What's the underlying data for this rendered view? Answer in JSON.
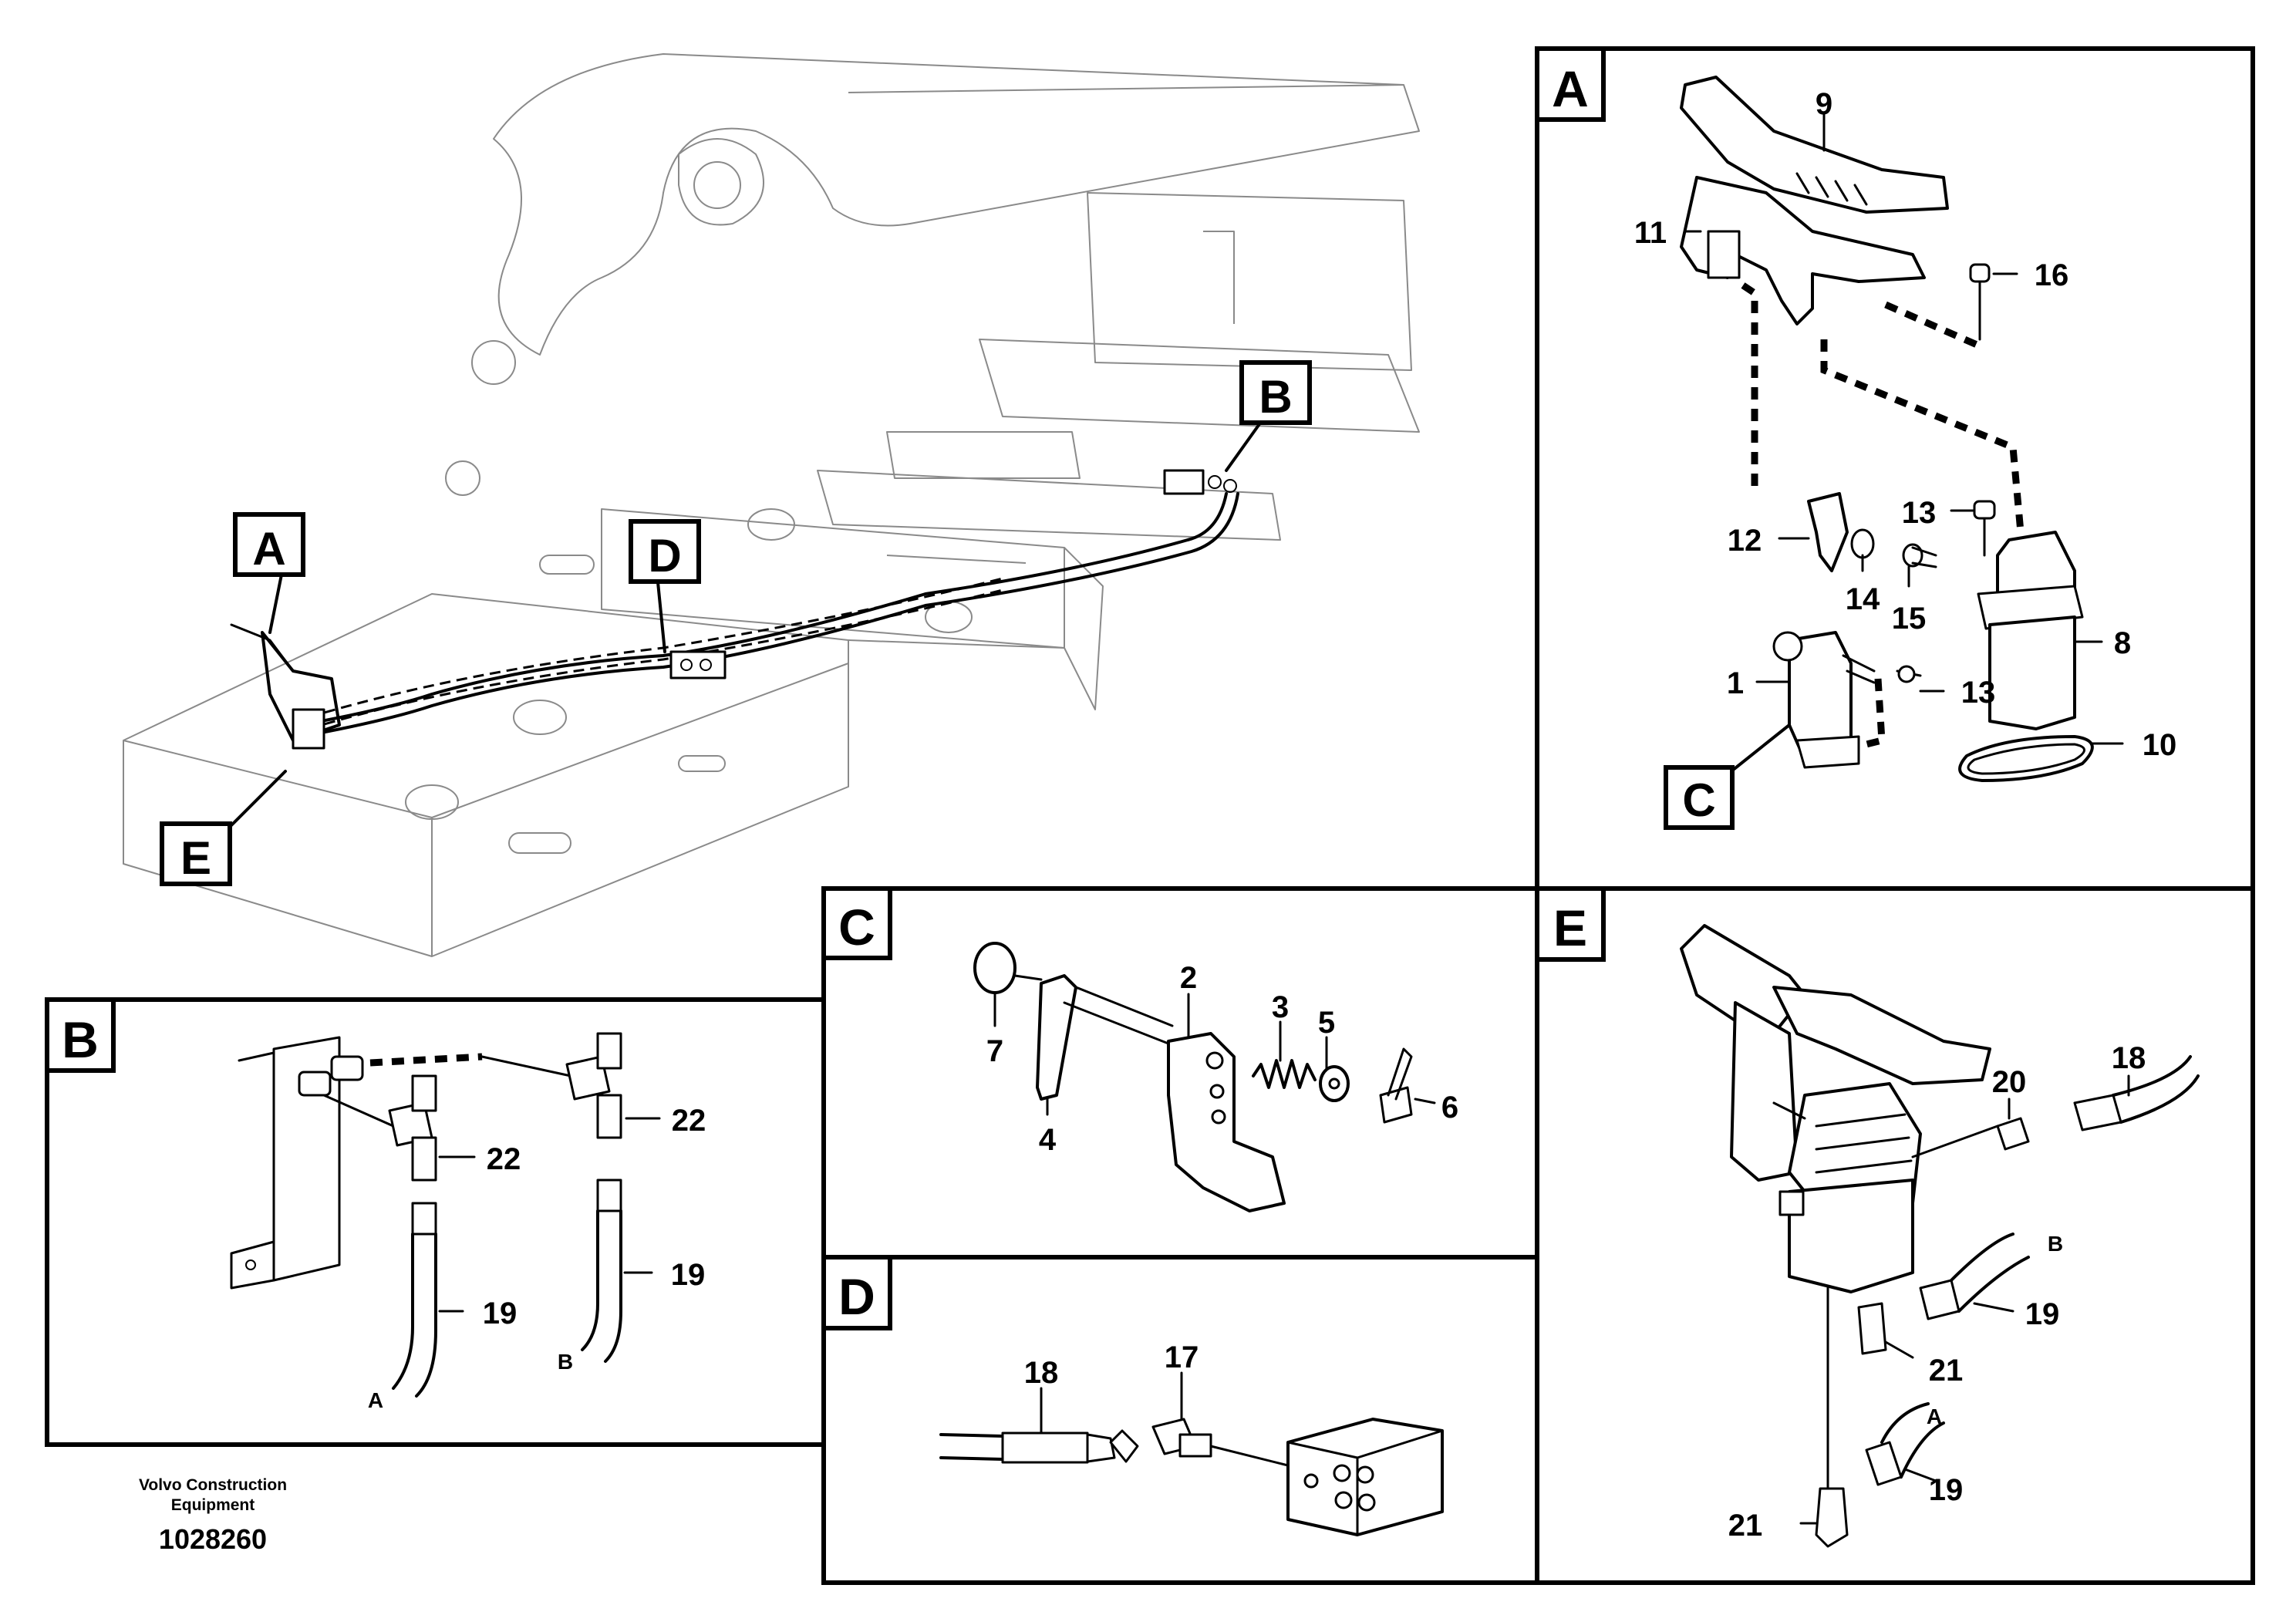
{
  "footer": {
    "company_line1": "Volvo Construction",
    "company_line2": "Equipment",
    "drawing_number": "1028260"
  },
  "overview": {
    "callouts": [
      "A",
      "B",
      "D",
      "E"
    ]
  },
  "panel_a": {
    "letter": "A",
    "sub_callout": "C",
    "parts": [
      "9",
      "11",
      "16",
      "13",
      "12",
      "14",
      "15",
      "1",
      "13",
      "8",
      "10"
    ]
  },
  "panel_b": {
    "letter": "B",
    "parts": [
      "22",
      "22",
      "19",
      "19"
    ],
    "hose_ends": [
      "A",
      "B"
    ]
  },
  "panel_c": {
    "letter": "C",
    "parts": [
      "2",
      "3",
      "5",
      "7",
      "4",
      "6"
    ]
  },
  "panel_d": {
    "letter": "D",
    "parts": [
      "18",
      "17"
    ]
  },
  "panel_e": {
    "letter": "E",
    "parts": [
      "18",
      "20",
      "B",
      "19",
      "21",
      "A",
      "19",
      "21"
    ]
  }
}
